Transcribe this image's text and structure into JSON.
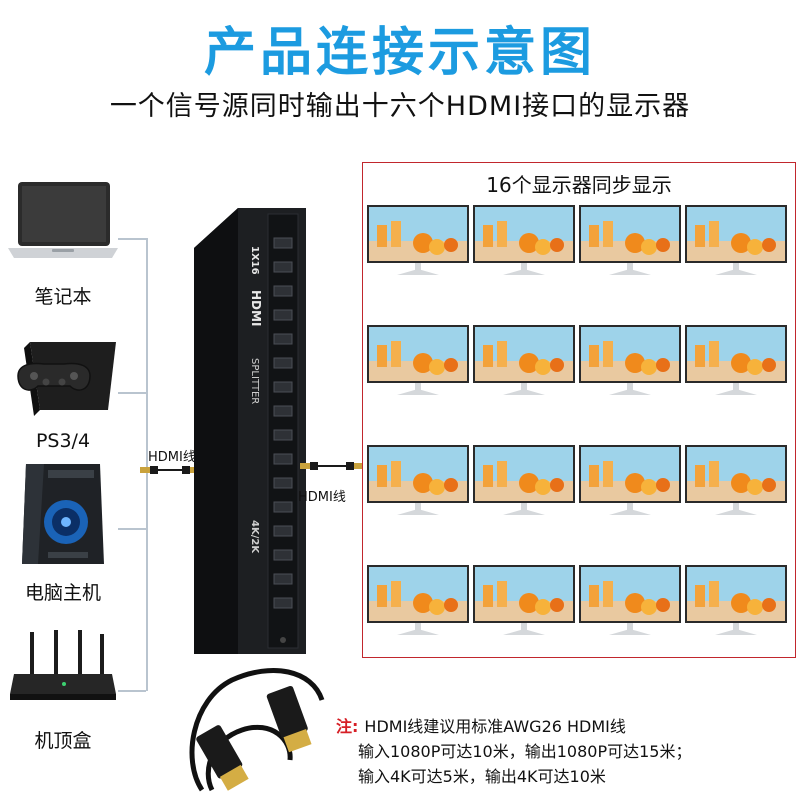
{
  "header": {
    "title": "产品连接示意图",
    "subtitle": "一个信号源同时输出十六个HDMI接口的显示器"
  },
  "sources": [
    {
      "label": "笔记本",
      "icon": "laptop-icon"
    },
    {
      "label": "PS3/4",
      "icon": "game-console-icon"
    },
    {
      "label": "电脑主机",
      "icon": "desktop-tower-icon"
    },
    {
      "label": "机顶盒",
      "icon": "router-icon"
    }
  ],
  "cables": {
    "input_label": "HDMI线",
    "output_label": "HDMI线"
  },
  "splitter": {
    "model": "1X16",
    "brand": "HDMI",
    "type": "SPLITTER",
    "resolution": "4K/2K"
  },
  "displays": {
    "title": "16个显示器同步显示",
    "rows": 4,
    "cols": 4
  },
  "note": {
    "lead": "注:",
    "lines": [
      "HDMI线建议用标准AWG26 HDMI线",
      "输入1080P可达10米，输出1080P可达15米；",
      "输入4K可达5米，输出4K可达10米"
    ]
  },
  "colors": {
    "title": "#1c9be0",
    "panel_border": "#c1272d",
    "note_lead": "#d61f26"
  }
}
